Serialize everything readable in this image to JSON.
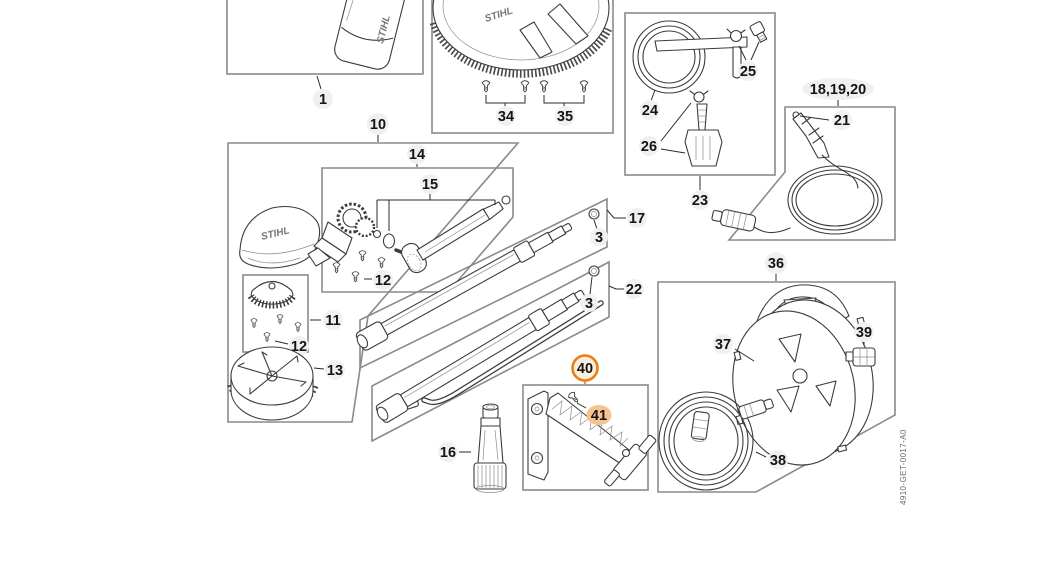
{
  "brand": {
    "logo_text": "STIHL"
  },
  "drawing_id": "4910-GET-0017-A0",
  "accent_color": "#e87e1e",
  "highlighted_parts": [
    "40",
    "41"
  ],
  "labels": {
    "bottle": "1",
    "assembly_box": "10",
    "rotor_kit": "11",
    "screws_a": "12",
    "screws_b": "12",
    "brush_disc": "13",
    "drive_kit": "14",
    "elbow_lance": "15",
    "nozzle": "16",
    "lance_short": "17",
    "gun_set": "18,19,20",
    "gun_tip": "21",
    "lance_long": "22",
    "suction_set": "23",
    "suction_hose": "24",
    "clamp_set": "25",
    "filter": "26",
    "o_ring_short": "3",
    "o_ring_long": "3",
    "nozzle_screws_left": "34",
    "nozzle_screws_right": "35",
    "reel_set": "36",
    "reel": "37",
    "hose": "38",
    "coupling": "39",
    "bracket": "40",
    "bracket_screw": "41"
  }
}
